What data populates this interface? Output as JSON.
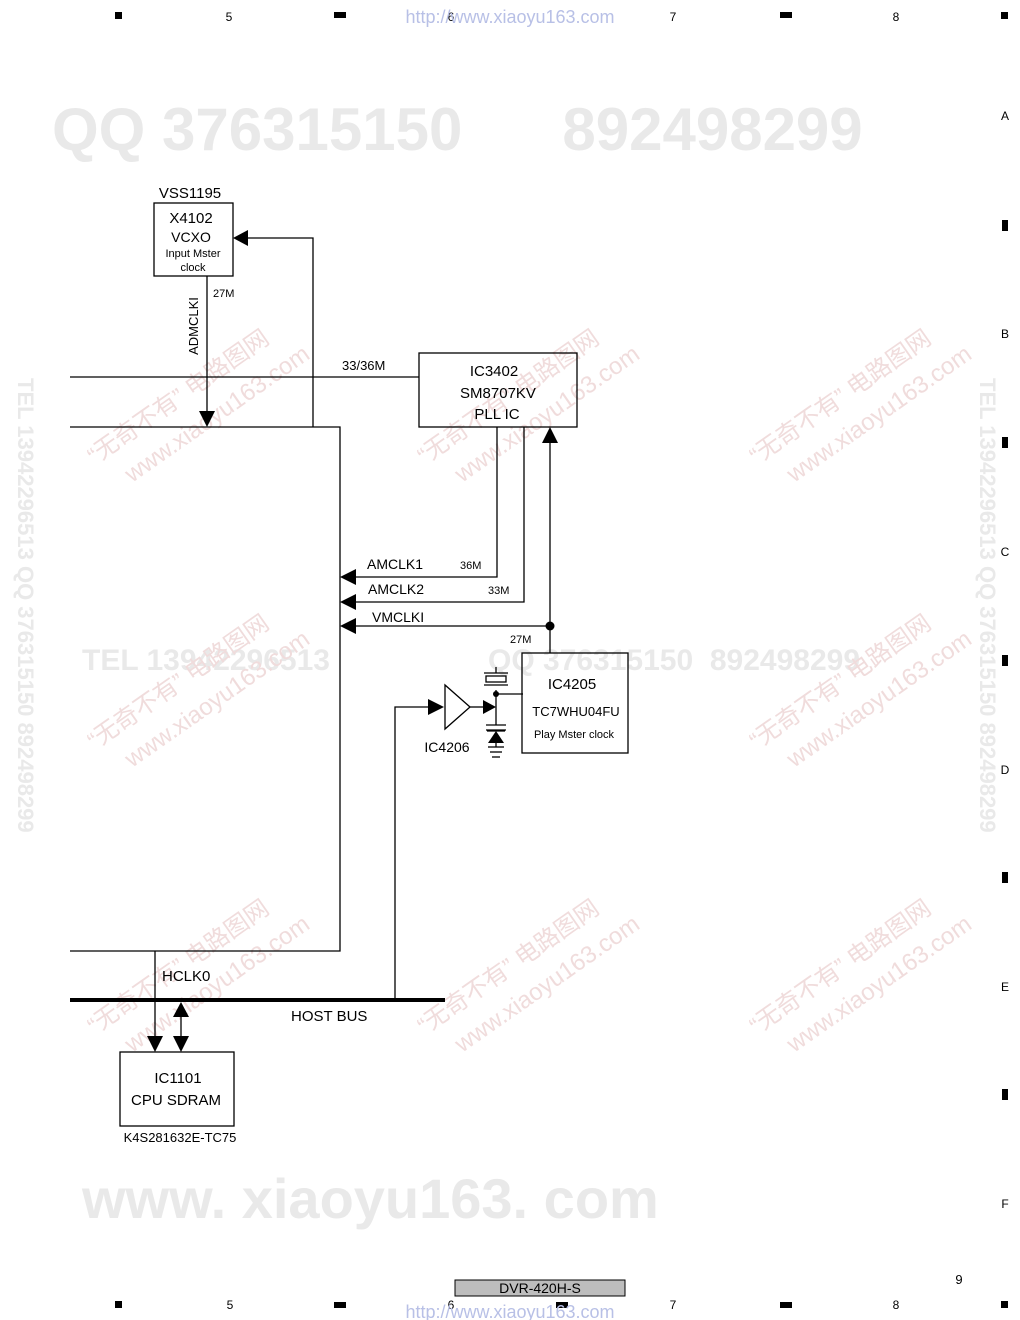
{
  "frame": {
    "col_top": [
      "5",
      "6",
      "7",
      "8"
    ],
    "col_bottom": [
      "5",
      "6",
      "7",
      "8"
    ],
    "rows": [
      "A",
      "B",
      "C",
      "D",
      "E",
      "F"
    ],
    "page_number": "9",
    "model": "DVR-420H-S"
  },
  "watermark": {
    "url_top": "http://www.xiaoyu163.com",
    "url_bottom": "http://www.xiaoyu163.com",
    "qq_header": "QQ 376315150      892498299",
    "tel_mid": "TEL 13942296513",
    "qq_mid": "QQ 376315150  892498299",
    "site_large": "www. xiaoyu163. com",
    "vertical": "TEL 13942296513  QQ 376315150  892498299",
    "diag_cn": "“无奇不有” 电路图网",
    "diag_url": "www.xiaoyu163.com"
  },
  "components": {
    "x4102": {
      "part": "VSS1195",
      "ref": "X4102",
      "type": "VCXO",
      "desc1": "Input Mster",
      "desc2": "clock"
    },
    "ic3402": {
      "ref": "IC3402",
      "part": "SM8707KV",
      "desc": "PLL IC"
    },
    "ic4205": {
      "ref": "IC4205",
      "part": "TC7WHU04FU",
      "desc": "Play Mster clock"
    },
    "ic4206": {
      "ref": "IC4206"
    },
    "ic1101": {
      "ref": "IC1101",
      "desc": "CPU SDRAM",
      "part": "K4S281632E-TC75"
    }
  },
  "signals": {
    "freq_27m_top": "27M",
    "admclki": "ADMCLKI",
    "freq_33_36m": "33/36M",
    "amclk1": "AMCLK1",
    "freq_36m": "36M",
    "amclk2": "AMCLK2",
    "freq_33m": "33M",
    "vmclki": "VMCLKI",
    "freq_27m_mid": "27M",
    "hclk0": "HCLK0",
    "host_bus": "HOST BUS"
  }
}
